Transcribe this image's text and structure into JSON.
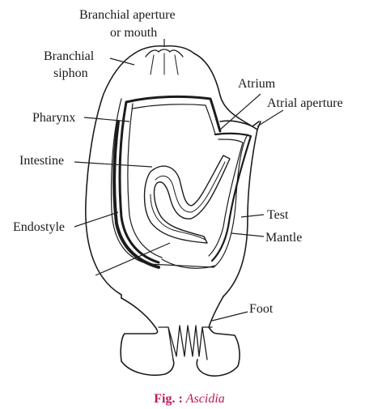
{
  "labels": {
    "branchial_aperture_line1": "Branchial aperture",
    "branchial_aperture_line2": "or mouth",
    "branchial_siphon_line1": "Branchial",
    "branchial_siphon_line2": "siphon",
    "atrium": "Atrium",
    "atrial_aperture": "Atrial aperture",
    "pharynx": "Pharynx",
    "intestine": "Intestine",
    "endostyle": "Endostyle",
    "test": "Test",
    "mantle": "Mantle",
    "foot": "Foot"
  },
  "caption": {
    "prefix": "Fig. : ",
    "name": "Ascidia"
  },
  "colors": {
    "ink": "#1c1c1c",
    "caption": "#c2185b",
    "gut_fill": "#d9d9d9"
  }
}
